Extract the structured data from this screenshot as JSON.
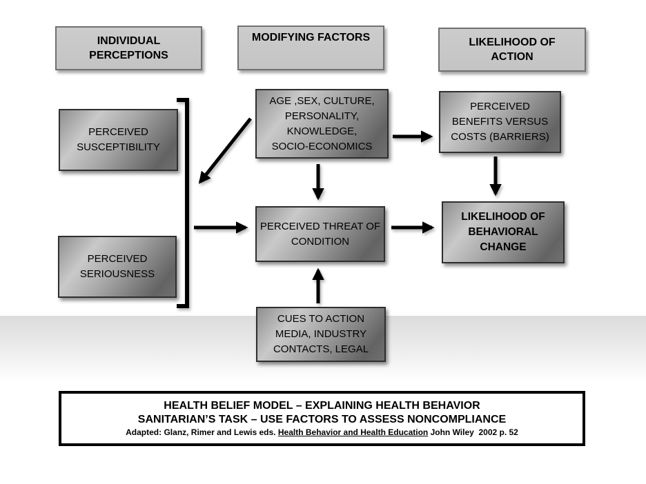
{
  "slide": {
    "headers": {
      "individual_perceptions": "INDIVIDUAL\nPERCEPTIONS",
      "modifying_factors": "MODIFYING FACTORS",
      "likelihood_of_action": "LIKELIHOOD OF\nACTION"
    },
    "boxes": {
      "perceived_susceptibility": "PERCEIVED\nSUSCEPTIBILITY",
      "perceived_seriousness": "PERCEIVED\nSERIOUSNESS",
      "modifying_variables": "AGE ,SEX, CULTURE,\nPERSONALITY,\nKNOWLEDGE,\nSOCIO-ECONOMICS",
      "perceived_threat": "PERCEIVED THREAT OF\nCONDITION",
      "cues_to_action": "CUES TO ACTION\nMEDIA, INDUSTRY\nCONTACTS, LEGAL",
      "benefits_vs_costs": "PERCEIVED\nBENEFITS VERSUS\nCOSTS (BARRIERS)",
      "likelihood_behavioral_change": "LIKELIHOOD OF\nBEHAVIORAL\nCHANGE"
    },
    "caption": {
      "line1": "HEALTH BELIEF MODEL – EXPLAINING HEALTH BEHAVIOR",
      "line2": "SANITARIAN’S TASK – USE FACTORS TO ASSESS NONCOMPLIANCE",
      "line3_prefix": "Adapted: Glanz, Rimer and Lewis eds. ",
      "line3_underlined": "Health Behavior and Health Education",
      "line3_suffix": " John Wiley  2002 p. 52"
    },
    "colors": {
      "header_fill": "#c9c9c9",
      "header_border": "#707070",
      "dark_box_light": "#c9c9c9",
      "dark_box_dark": "#636363",
      "dark_box_border": "#2e2e2e",
      "arrow": "#000000",
      "background_band": "#dcdcdc",
      "caption_border": "#000000"
    }
  }
}
